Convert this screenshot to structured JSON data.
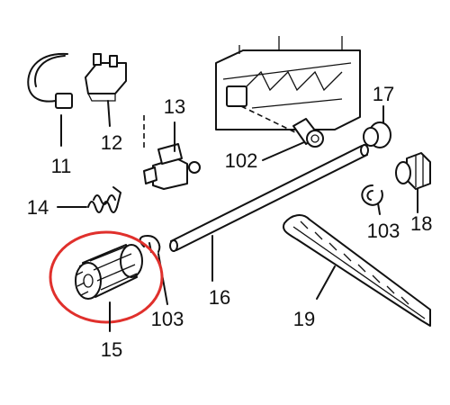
{
  "diagram": {
    "labels": {
      "l11": "11",
      "l12": "12",
      "l13": "13",
      "l14": "14",
      "l15": "15",
      "l16": "16",
      "l17": "17",
      "l18": "18",
      "l19": "19",
      "l102": "102",
      "l103a": "103",
      "l103b": "103"
    },
    "highlight_color": "#e0302c"
  }
}
